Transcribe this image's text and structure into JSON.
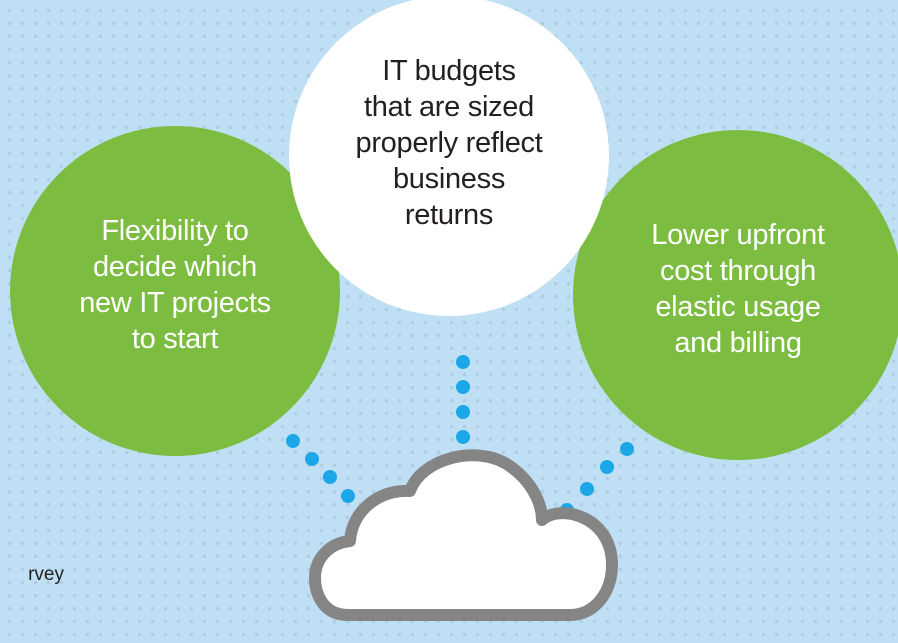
{
  "colors": {
    "background": "#bfe0f4",
    "dot_pattern": "#aecde2",
    "green_circle": "#7cbd41",
    "white_circle": "#ffffff",
    "connector_dots": "#1ba7e8",
    "cloud_outline": "#858585",
    "cloud_fill": "#ffffff"
  },
  "icons": {
    "cloud": "cloud-icon"
  },
  "benefits": {
    "left": "Flexibility to\ndecide which\nnew IT projects\nto start",
    "center": "IT budgets\nthat are sized\nproperly reflect\nbusiness\nreturns",
    "right": "Lower upfront\ncost through\nelastic usage\nand billing"
  },
  "source_fragment": "rvey"
}
